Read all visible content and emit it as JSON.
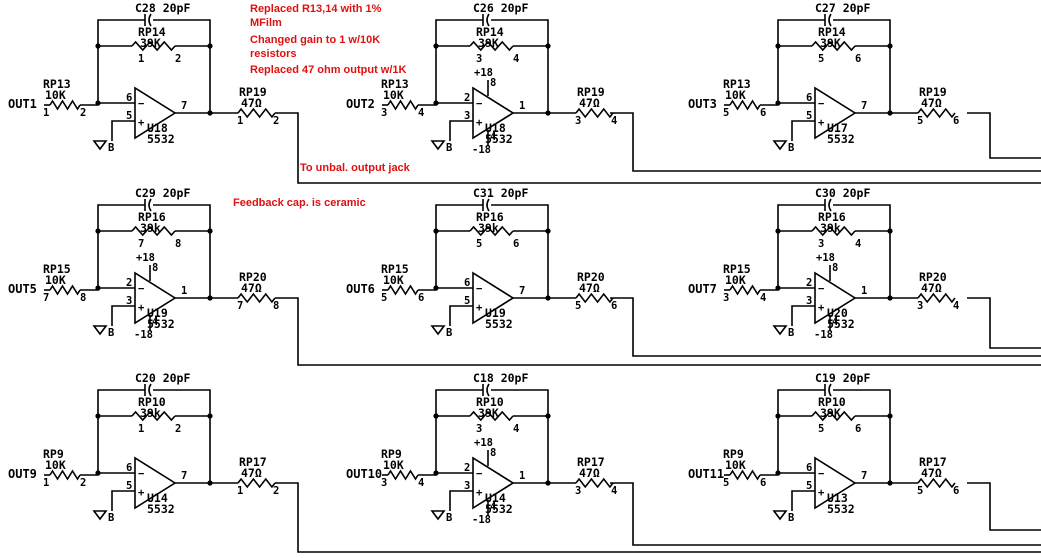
{
  "stages": [
    {
      "out": "OUT1",
      "rin": "RP13",
      "rin_val": "10K",
      "rin_pins": [
        "1",
        "2"
      ],
      "cap": "C28 20pF",
      "rf": "RP14",
      "rf_val": "39K",
      "rf_pins": [
        "1",
        "2"
      ],
      "ro": "RP19",
      "ro_val": "47Ω",
      "ro_pins": [
        "1",
        "2"
      ],
      "inv_pin": "6",
      "ninv_pin": "5",
      "out_pin": "7",
      "ic": "U18",
      "part": "5532",
      "gnd": "B",
      "pwr": []
    },
    {
      "out": "OUT2",
      "rin": "RP13",
      "rin_val": "10K",
      "rin_pins": [
        "3",
        "4"
      ],
      "cap": "C26 20pF",
      "rf": "RP14",
      "rf_val": "39K",
      "rf_pins": [
        "3",
        "4"
      ],
      "ro": "RP19",
      "ro_val": "47Ω",
      "ro_pins": [
        "3",
        "4"
      ],
      "inv_pin": "2",
      "ninv_pin": "3",
      "out_pin": "1",
      "ic": "U18",
      "part": "5532",
      "gnd": "B",
      "pwr": [
        "+18",
        "8",
        "4",
        "-18"
      ]
    },
    {
      "out": "OUT3",
      "rin": "RP13",
      "rin_val": "10K",
      "rin_pins": [
        "5",
        "6"
      ],
      "cap": "C27 20pF",
      "rf": "RP14",
      "rf_val": "39K",
      "rf_pins": [
        "5",
        "6"
      ],
      "ro": "RP19",
      "ro_val": "47Ω",
      "ro_pins": [
        "5",
        "6"
      ],
      "inv_pin": "6",
      "ninv_pin": "5",
      "out_pin": "7",
      "ic": "U17",
      "part": "5532",
      "gnd": "B",
      "pwr": []
    },
    {
      "out": "OUT5",
      "rin": "RP15",
      "rin_val": "10K",
      "rin_pins": [
        "7",
        "8"
      ],
      "cap": "C29 20pF",
      "rf": "RP16",
      "rf_val": "39k",
      "rf_pins": [
        "7",
        "8"
      ],
      "ro": "RP20",
      "ro_val": "47Ω",
      "ro_pins": [
        "7",
        "8"
      ],
      "inv_pin": "2",
      "ninv_pin": "3",
      "out_pin": "1",
      "ic": "U19",
      "part": "5532",
      "gnd": "B",
      "pwr": [
        "+18",
        "8",
        "4",
        "-18"
      ]
    },
    {
      "out": "OUT6",
      "rin": "RP15",
      "rin_val": "10K",
      "rin_pins": [
        "5",
        "6"
      ],
      "cap": "C31 20pF",
      "rf": "RP16",
      "rf_val": "39k",
      "rf_pins": [
        "5",
        "6"
      ],
      "ro": "RP20",
      "ro_val": "47Ω",
      "ro_pins": [
        "5",
        "6"
      ],
      "inv_pin": "6",
      "ninv_pin": "5",
      "out_pin": "7",
      "ic": "U19",
      "part": "5532",
      "gnd": "B",
      "pwr": []
    },
    {
      "out": "OUT7",
      "rin": "RP15",
      "rin_val": "10K",
      "rin_pins": [
        "3",
        "4"
      ],
      "cap": "C30 20pF",
      "rf": "RP16",
      "rf_val": "39k",
      "rf_pins": [
        "3",
        "4"
      ],
      "ro": "RP20",
      "ro_val": "47Ω",
      "ro_pins": [
        "3",
        "4"
      ],
      "inv_pin": "2",
      "ninv_pin": "3",
      "out_pin": "1",
      "ic": "U20",
      "part": "5532",
      "gnd": "B",
      "pwr": [
        "+18",
        "8",
        "4",
        "-18"
      ]
    },
    {
      "out": "OUT9",
      "rin": "RP9",
      "rin_val": "10K",
      "rin_pins": [
        "1",
        "2"
      ],
      "cap": "C20 20pF",
      "rf": "RP10",
      "rf_val": "39k",
      "rf_pins": [
        "1",
        "2"
      ],
      "ro": "RP17",
      "ro_val": "47Ω",
      "ro_pins": [
        "1",
        "2"
      ],
      "inv_pin": "6",
      "ninv_pin": "5",
      "out_pin": "7",
      "ic": "U14",
      "part": "5532",
      "gnd": "B",
      "pwr": []
    },
    {
      "out": "OUT10",
      "rin": "RP9",
      "rin_val": "10K",
      "rin_pins": [
        "3",
        "4"
      ],
      "cap": "C18 20pF",
      "rf": "RP10",
      "rf_val": "39K",
      "rf_pins": [
        "3",
        "4"
      ],
      "ro": "RP17",
      "ro_val": "47Ω",
      "ro_pins": [
        "3",
        "4"
      ],
      "inv_pin": "2",
      "ninv_pin": "3",
      "out_pin": "1",
      "ic": "U14",
      "part": "5532",
      "gnd": "B",
      "pwr": [
        "+18",
        "8",
        "4",
        "-18"
      ]
    },
    {
      "out": "OUT11",
      "rin": "RP9",
      "rin_val": "10K",
      "rin_pins": [
        "5",
        "6"
      ],
      "cap": "C19 20pF",
      "rf": "RP10",
      "rf_val": "39K",
      "rf_pins": [
        "5",
        "6"
      ],
      "ro": "RP17",
      "ro_val": "47Ω",
      "ro_pins": [
        "5",
        "6"
      ],
      "inv_pin": "6",
      "ninv_pin": "5",
      "out_pin": "7",
      "ic": "U13",
      "part": "5532",
      "gnd": "B",
      "pwr": []
    }
  ],
  "notes": {
    "replace": [
      "Replaced R13,14  with 1%",
      "MFilm",
      "Changed gain to 1 w/10K",
      "resistors",
      "Replaced 47 ohm output w/1K"
    ],
    "jack": "To unbal. output jack",
    "ceramic": "Feedback cap. is ceramic"
  },
  "colors": {
    "note": "#e01010",
    "ink": "#000000",
    "paper": "#ffffff"
  }
}
